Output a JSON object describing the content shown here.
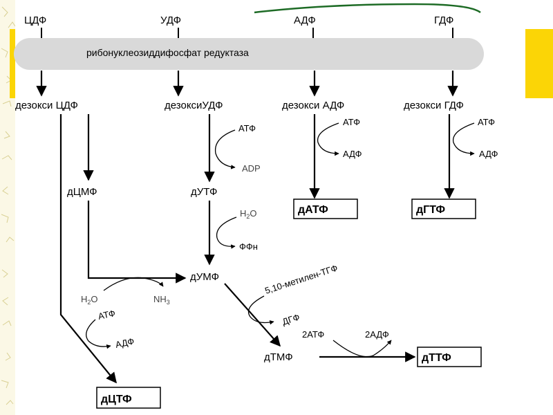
{
  "colors": {
    "accent_yellow": "#fbd506",
    "enzyme_fill": "#d9d9d9",
    "bracket_green": "#1d6b25",
    "background_pattern": "#e8e2b6"
  },
  "substrates": [
    "ЦДФ",
    "УДФ",
    "АДФ",
    "ГДФ"
  ],
  "enzyme": "рибонуклеозиддифосфат редуктаза",
  "deoxy": [
    "дезокси ЦДФ",
    "дезоксиУДФ",
    "дезокси АДФ",
    "дезокси ГДФ"
  ],
  "atp": "АТФ",
  "adp": "АДФ",
  "adp_latin": "ADP",
  "dcmp": "дЦМФ",
  "dutp": "дУТФ",
  "h2o_prefix": "H",
  "h2o_sub": "2",
  "h2o_suffix": "O",
  "ffn": "ФФн",
  "dump": "дУМФ",
  "nh3_prefix": "NH",
  "nh3_sub": "3",
  "methylene_thf": "5,10-метилен-ТГФ",
  "dhf": "ДГФ",
  "dtmp": "дТМФ",
  "atp2": "2АТФ",
  "adp2": "2АДФ",
  "products": {
    "datp": "дАТФ",
    "dgtp": "дГТФ",
    "dttp": "дТТФ",
    "dctp": "дЦТФ"
  }
}
